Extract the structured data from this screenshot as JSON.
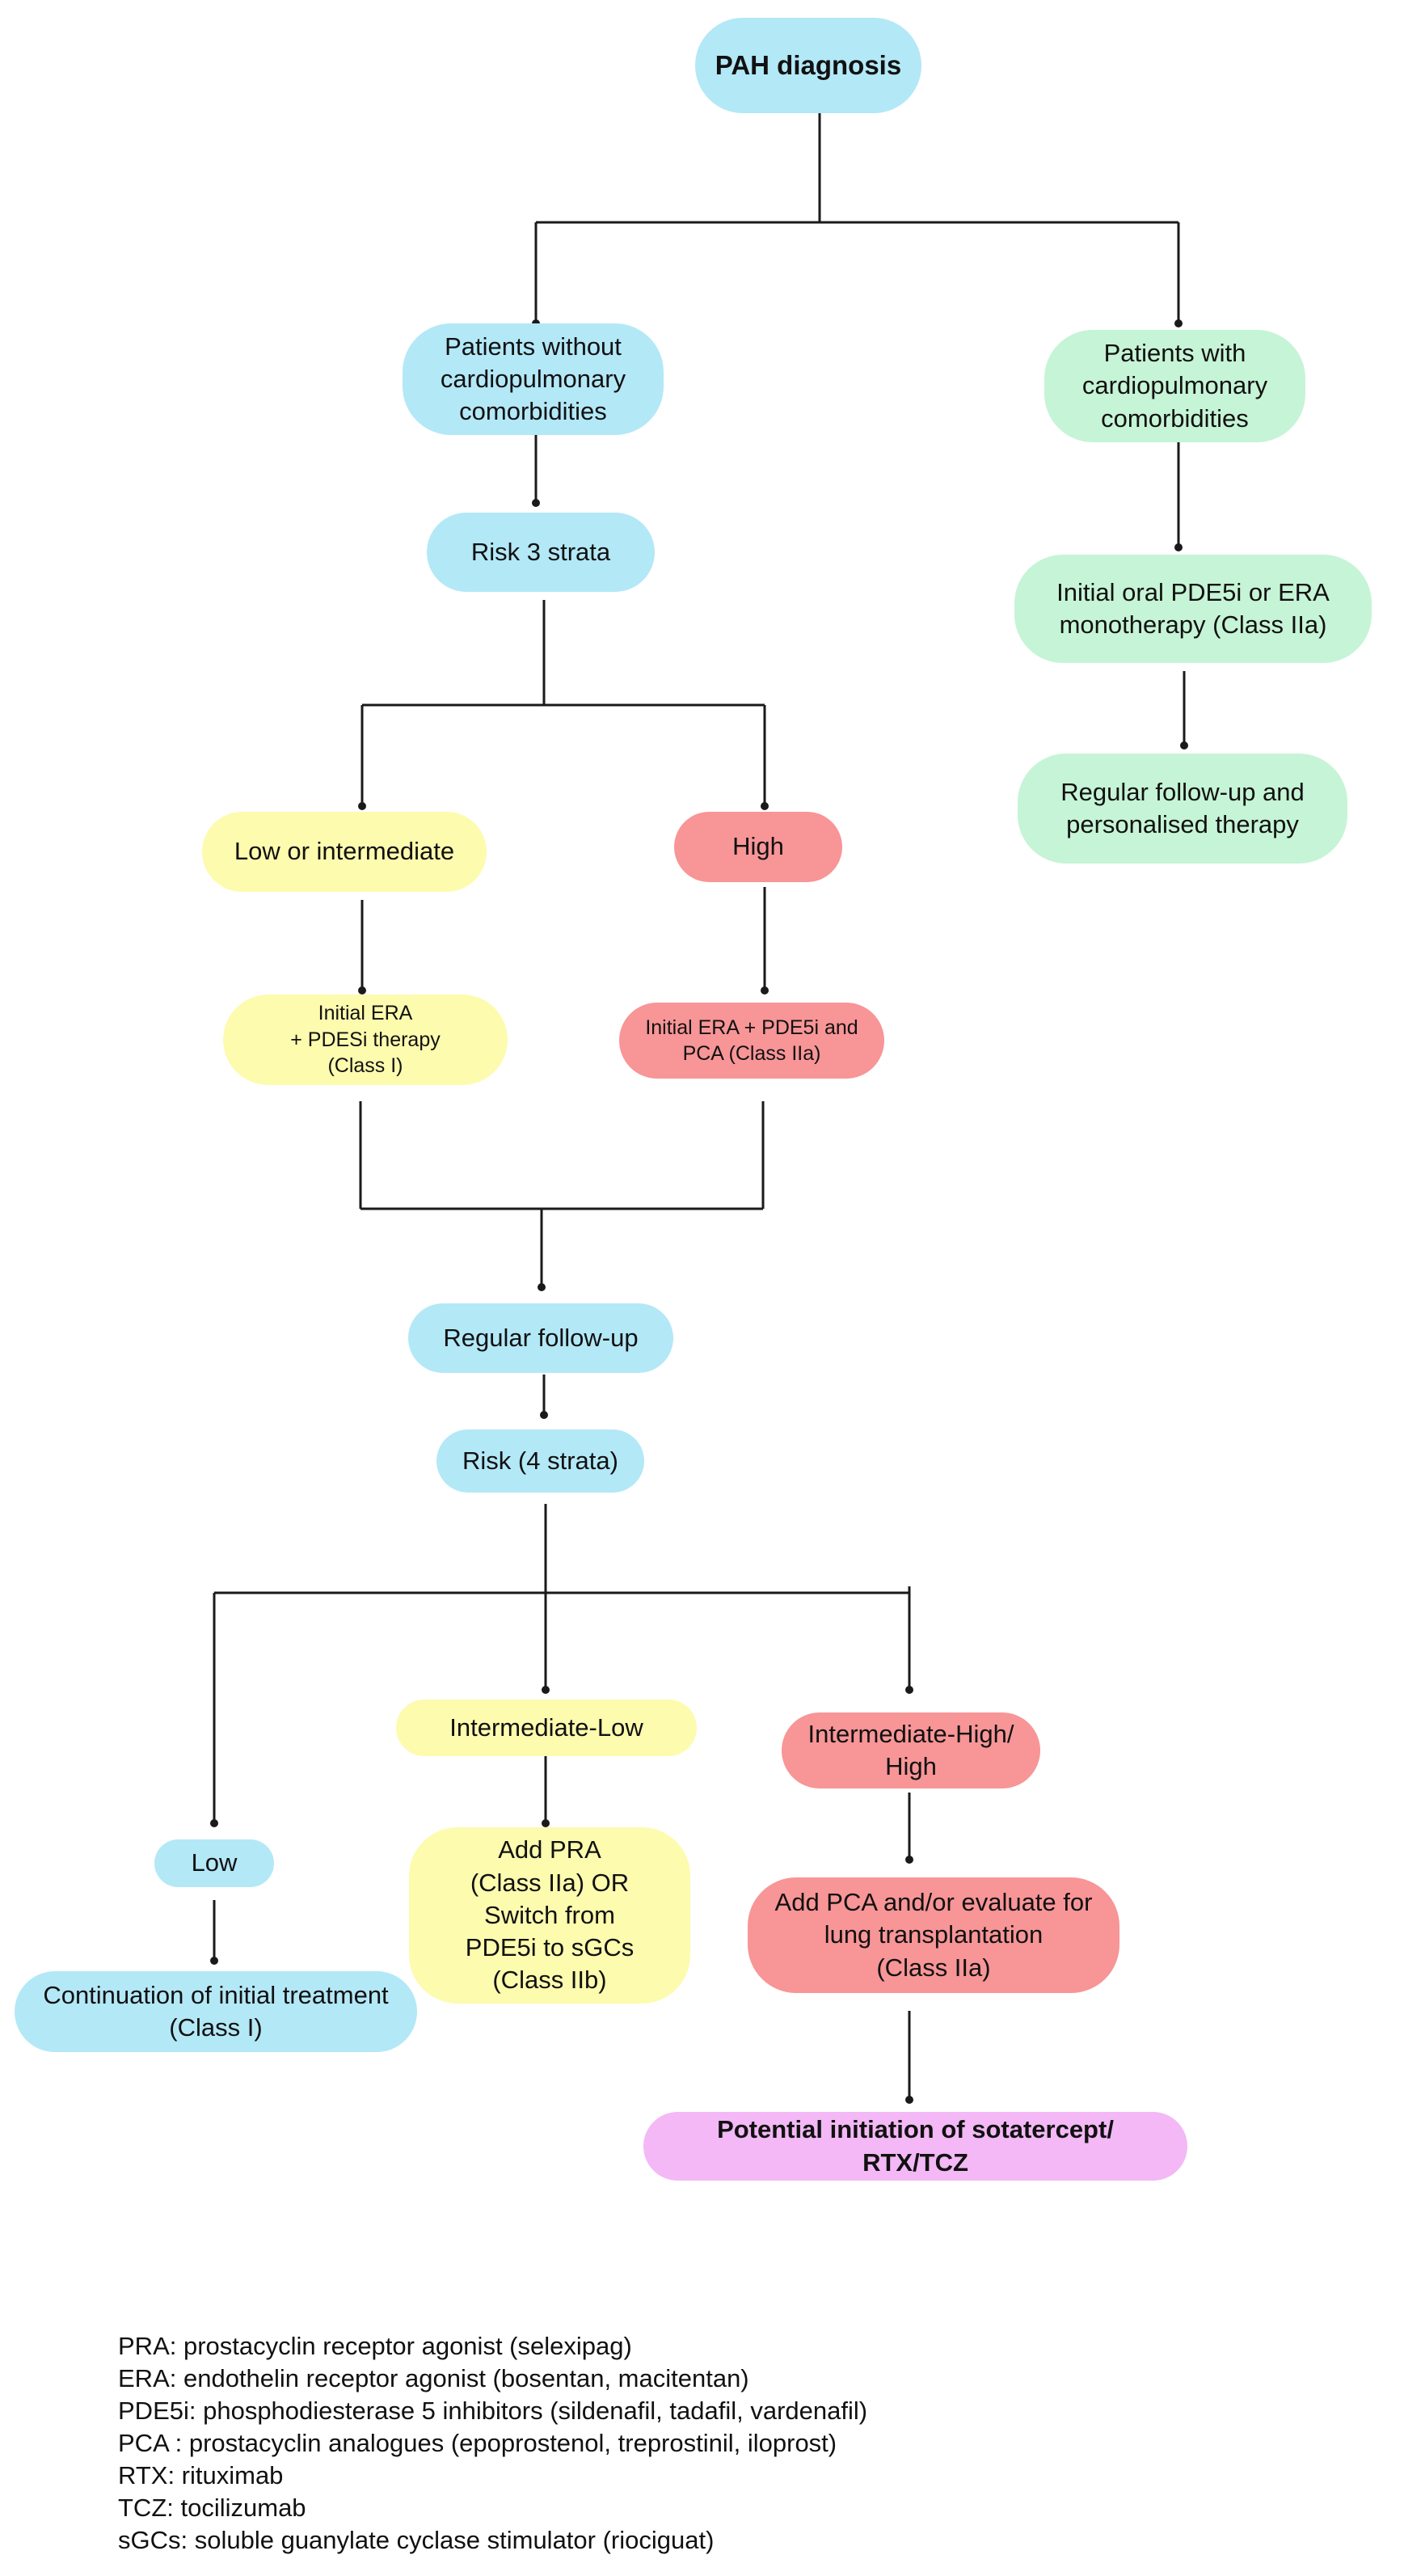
{
  "nodes": {
    "pah_diagnosis": "PAH diagnosis",
    "without_comorbidities": "Patients without\ncardiopulmonary\ncomorbidities",
    "with_comorbidities": "Patients with\ncardiopulmonary\ncomorbidities",
    "risk3": "Risk 3 strata",
    "initial_oral": "Initial oral  PDE5i or ERA\nmonotherapy (Class IIa)",
    "followup_personalised": "Regular follow-up and\npersonalised therapy",
    "low_intermediate": "Low or intermediate",
    "high": "High",
    "initial_era_pde": "Initial ERA\n+ PDESi therapy\n(Class I)",
    "initial_era_pde_pca": "Initial ERA + PDE5i and\nPCA (Class IIa)",
    "regular_followup": "Regular follow-up",
    "risk4": "Risk (4 strata)",
    "intermediate_low": "Intermediate-Low",
    "intermediate_high": "Intermediate-High/\nHigh",
    "low": "Low",
    "add_pra": "Add PRA\n(Class IIa) OR\nSwitch from\nPDE5i to sGCs\n(Class IIb)",
    "add_pca": "Add PCA and/or evaluate for\nlung transplantation\n(Class IIa)",
    "continuation": "Continuation of initial treatment\n(Class I)",
    "sotatercept": "Potential initiation of sotatercept/\nRTX/TCZ"
  },
  "legend": [
    "PRA: prostacyclin receptor agonist (selexipag)",
    "ERA: endothelin receptor agonist (bosentan, macitentan)",
    "PDE5i: phosphodiesterase 5 inhibitors (sildenafil, tadafil, vardenafil)",
    "PCA : prostacyclin analogues (epoprostenol, treprostinil, iloprost)",
    "RTX: rituximab",
    "TCZ: tocilizumab",
    "sGCs: soluble guanylate cyclase stimulator (riociguat)"
  ],
  "colors": {
    "blue": "#b3e8f7",
    "green": "#c6f4d6",
    "yellow": "#fdfbae",
    "red": "#f89597",
    "purple": "#f3b8f5",
    "connector": "#1a1a1a"
  }
}
